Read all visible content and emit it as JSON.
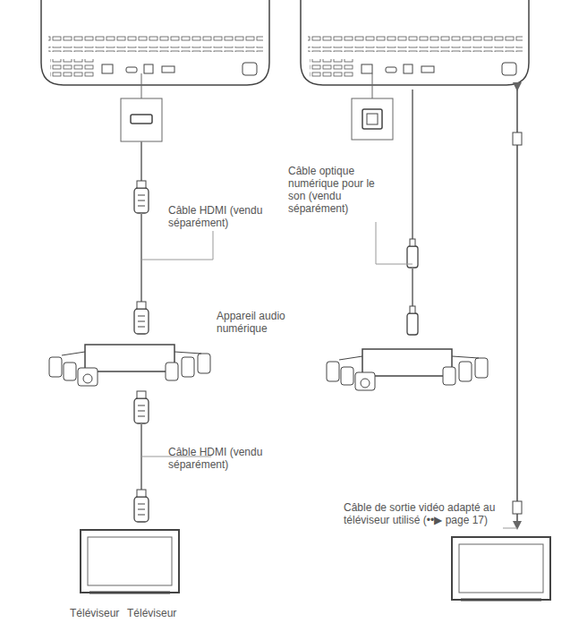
{
  "diagram": {
    "labels": [
      "Câble HDMI (vendu séparément)",
      "Câble optique numérique pour le son (vendu séparément)",
      "Appareil audio numérique",
      "Câble HDMI (vendu séparément)",
      "Câble de sortie vidéo adapté au téléviseur utilisé (••▶ page 17)",
      "Téléviseur",
      "Téléviseur"
    ]
  }
}
